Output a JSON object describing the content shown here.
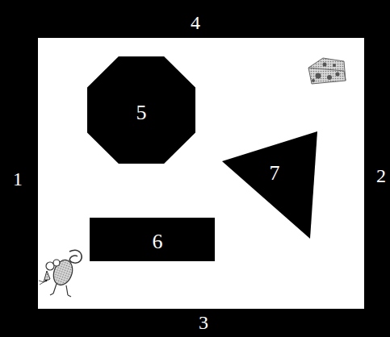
{
  "diagram": {
    "nodes": [
      {
        "text": [
          "5"
        ]
      },
      {
        "text": [
          "7"
        ]
      },
      {
        "text": [
          "6"
        ]
      }
    ],
    "labels": [
      "4",
      "1",
      "2",
      "3"
    ]
  }
}
